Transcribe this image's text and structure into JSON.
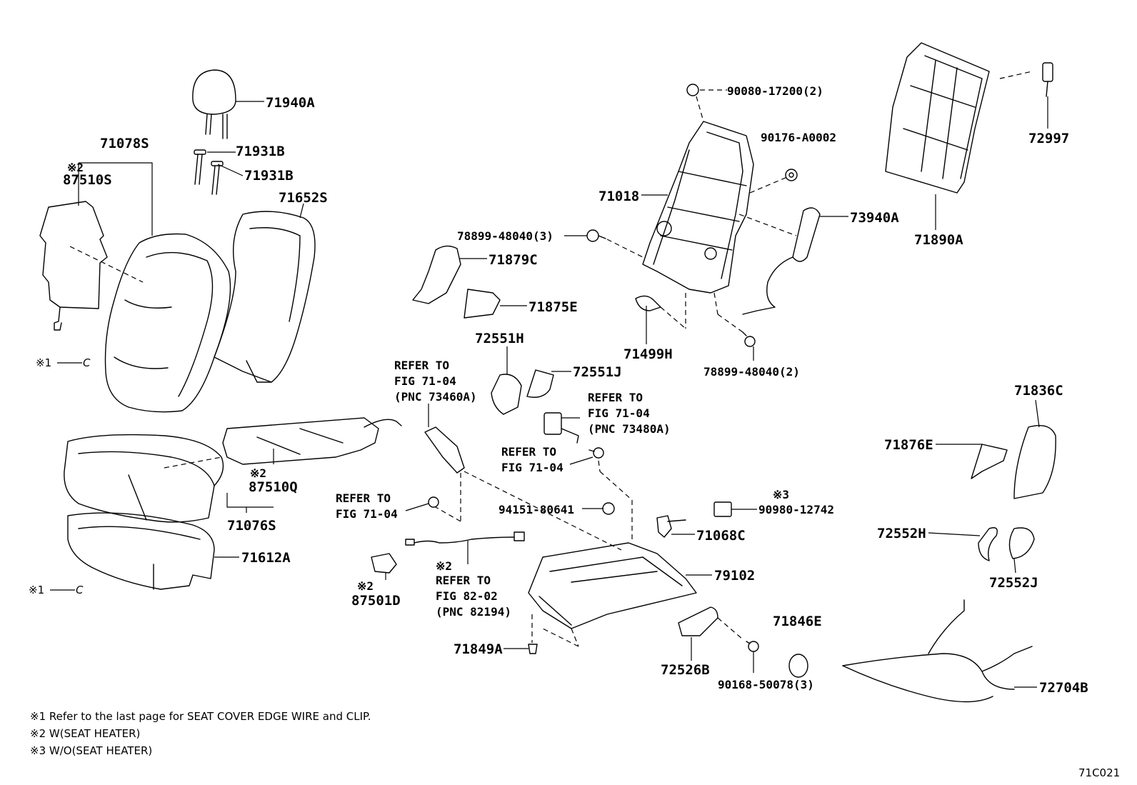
{
  "parts": {
    "p71940A": "71940A",
    "p71078S": "71078S",
    "p87510S": "87510S",
    "p71931B_1": "71931B",
    "p71931B_2": "71931B",
    "p71652S": "71652S",
    "p71018": "71018",
    "p90080": "90080-17200(2)",
    "p90176": "90176-A0002",
    "p73940A": "73940A",
    "p78899_3": "78899-48040(3)",
    "p71879C": "71879C",
    "p71875E": "71875E",
    "p71499H": "71499H",
    "p78899_2": "78899-48040(2)",
    "p72551H": "72551H",
    "p72551J": "72551J",
    "p71890A": "71890A",
    "p72997": "72997",
    "p71836C": "71836C",
    "p71876E": "71876E",
    "p72552H": "72552H",
    "p72552J": "72552J",
    "p87510Q": "87510Q",
    "p71076S": "71076S",
    "p71612A": "71612A",
    "p94151": "94151-80641",
    "p90980": "90980-12742",
    "p71068C": "71068C",
    "p79102": "79102",
    "p87501D": "87501D",
    "p71849A": "71849A",
    "p72526B": "72526B",
    "p90168": "90168-50078(3)",
    "p71846E": "71846E",
    "p72704B": "72704B"
  },
  "marks": {
    "m2a": "※2",
    "m2b": "※2",
    "m2c": "※2",
    "m2d": "※2",
    "m3": "※3",
    "m1a": "※1",
    "m1b": "※1",
    "clipA": "C",
    "clipB": "C"
  },
  "refs": {
    "r1_1": "REFER TO",
    "r1_2": "FIG 71-04",
    "r1_3": "(PNC 73460A)",
    "r2_1": "REFER TO",
    "r2_2": "FIG 71-04",
    "r2_3": "(PNC 73480A)",
    "r3_1": "REFER TO",
    "r3_2": "FIG 71-04",
    "r4_1": "REFER TO",
    "r4_2": "FIG 71-04",
    "r5_1": "REFER TO",
    "r5_2": "FIG 82-02",
    "r5_3": "(PNC 82194)"
  },
  "notes": {
    "n1": "※1  Refer to the last page for SEAT COVER EDGE WIRE and CLIP.",
    "n2": "※2  W(SEAT HEATER)",
    "n3": "※3  W/O(SEAT HEATER)"
  },
  "figure_id": "71C021"
}
